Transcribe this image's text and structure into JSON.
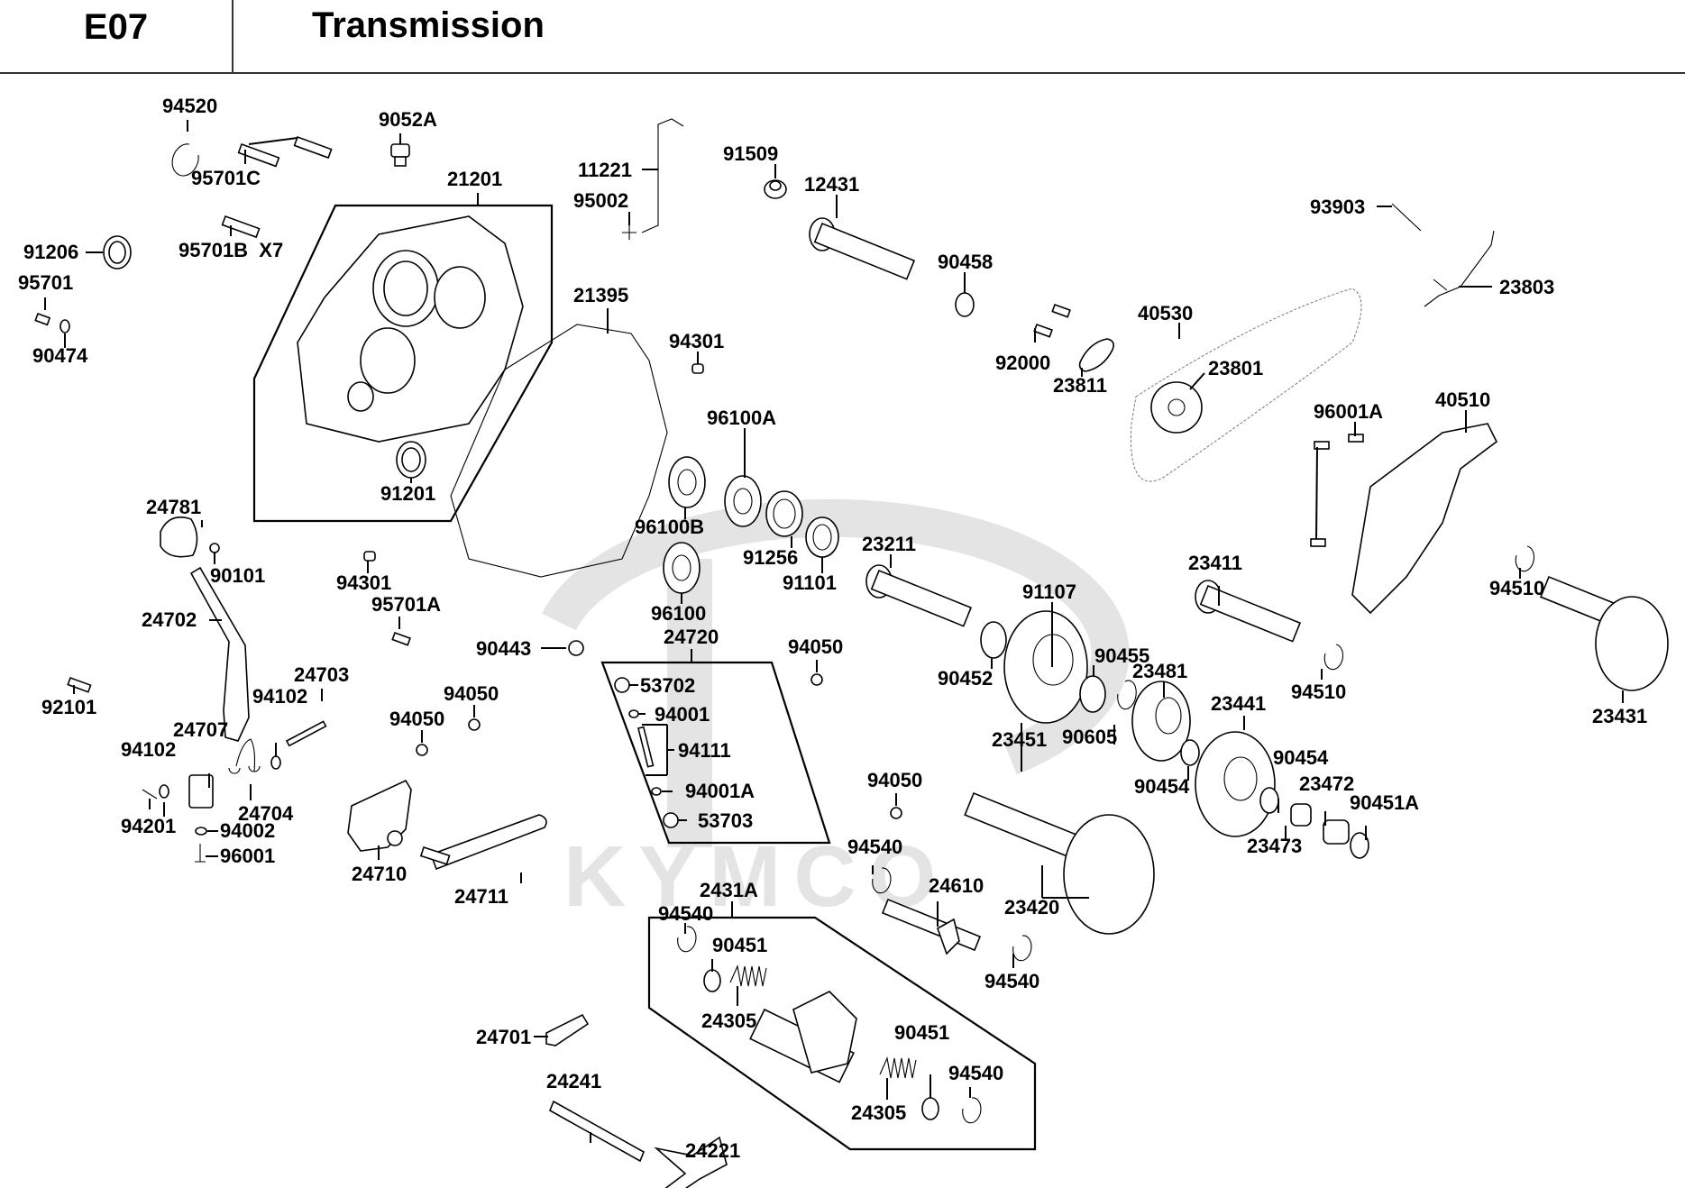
{
  "header": {
    "section_code": "E07",
    "title": "Transmission"
  },
  "watermark": {
    "brand": "KYMCO",
    "color": "#e0e0e0"
  },
  "colors": {
    "line": "#000000",
    "background": "#ffffff",
    "watermark": "#e0e0e0"
  },
  "parts": [
    {
      "id": "p94520",
      "label": "94520"
    },
    {
      "id": "p95701c",
      "label": "95701C"
    },
    {
      "id": "p9052a",
      "label": "9052A"
    },
    {
      "id": "p21201",
      "label": "21201"
    },
    {
      "id": "p91206",
      "label": "91206"
    },
    {
      "id": "p95701",
      "label": "95701"
    },
    {
      "id": "p90474",
      "label": "90474"
    },
    {
      "id": "p95701b",
      "label": "95701B  X7"
    },
    {
      "id": "p91201",
      "label": "91201"
    },
    {
      "id": "p11221",
      "label": "11221"
    },
    {
      "id": "p95002",
      "label": "95002"
    },
    {
      "id": "p21395",
      "label": "21395"
    },
    {
      "id": "p91509",
      "label": "91509"
    },
    {
      "id": "p12431",
      "label": "12431"
    },
    {
      "id": "p90458",
      "label": "90458"
    },
    {
      "id": "p94301a",
      "label": "94301"
    },
    {
      "id": "p92000",
      "label": "92000"
    },
    {
      "id": "p23811",
      "label": "23811"
    },
    {
      "id": "p40530",
      "label": "40530"
    },
    {
      "id": "p23801",
      "label": "23801"
    },
    {
      "id": "p93903",
      "label": "93903"
    },
    {
      "id": "p23803",
      "label": "23803"
    },
    {
      "id": "p96001a",
      "label": "96001A"
    },
    {
      "id": "p40510",
      "label": "40510"
    },
    {
      "id": "p96100a",
      "label": "96100A"
    },
    {
      "id": "p96100b",
      "label": "96100B"
    },
    {
      "id": "p96100",
      "label": "96100"
    },
    {
      "id": "p91256",
      "label": "91256"
    },
    {
      "id": "p91101",
      "label": "91101"
    },
    {
      "id": "p23211",
      "label": "23211"
    },
    {
      "id": "p91107",
      "label": "91107"
    },
    {
      "id": "p23411",
      "label": "23411"
    },
    {
      "id": "p94510a",
      "label": "94510"
    },
    {
      "id": "p94510b",
      "label": "94510"
    },
    {
      "id": "p23431",
      "label": "23431"
    },
    {
      "id": "p90452",
      "label": "90452"
    },
    {
      "id": "p90455",
      "label": "90455"
    },
    {
      "id": "p23481",
      "label": "23481"
    },
    {
      "id": "p23451",
      "label": "23451"
    },
    {
      "id": "p90605",
      "label": "90605"
    },
    {
      "id": "p23441",
      "label": "23441"
    },
    {
      "id": "p90454a",
      "label": "90454"
    },
    {
      "id": "p90454b",
      "label": "90454"
    },
    {
      "id": "p23472",
      "label": "23472"
    },
    {
      "id": "p90451a",
      "label": "90451A"
    },
    {
      "id": "p23473",
      "label": "23473"
    },
    {
      "id": "p24781",
      "label": "24781"
    },
    {
      "id": "p90101",
      "label": "90101"
    },
    {
      "id": "p24702",
      "label": "24702"
    },
    {
      "id": "p94301b",
      "label": "94301"
    },
    {
      "id": "p95701a",
      "label": "95701A"
    },
    {
      "id": "p90443",
      "label": "90443"
    },
    {
      "id": "p24720",
      "label": "24720"
    },
    {
      "id": "p53702",
      "label": "53702"
    },
    {
      "id": "p94001",
      "label": "94001"
    },
    {
      "id": "p94111",
      "label": "94111"
    },
    {
      "id": "p94001a",
      "label": "94001A"
    },
    {
      "id": "p53703",
      "label": "53703"
    },
    {
      "id": "p94050a",
      "label": "94050"
    },
    {
      "id": "p94050b",
      "label": "94050"
    },
    {
      "id": "p94050c",
      "label": "94050"
    },
    {
      "id": "p94050d",
      "label": "94050"
    },
    {
      "id": "p92101",
      "label": "92101"
    },
    {
      "id": "p24703",
      "label": "24703"
    },
    {
      "id": "p94102a",
      "label": "94102"
    },
    {
      "id": "p24707",
      "label": "24707"
    },
    {
      "id": "p94102b",
      "label": "94102"
    },
    {
      "id": "p24704",
      "label": "24704"
    },
    {
      "id": "p94201",
      "label": "94201"
    },
    {
      "id": "p94002",
      "label": "94002"
    },
    {
      "id": "p96001",
      "label": "96001"
    },
    {
      "id": "p24710",
      "label": "24710"
    },
    {
      "id": "p24711",
      "label": "24711"
    },
    {
      "id": "p94540a",
      "label": "94540"
    },
    {
      "id": "p24610",
      "label": "24610"
    },
    {
      "id": "p23420",
      "label": "23420"
    },
    {
      "id": "p94540b",
      "label": "94540"
    },
    {
      "id": "p2431a",
      "label": "2431A"
    },
    {
      "id": "p94540c",
      "label": "94540"
    },
    {
      "id": "p90451b",
      "label": "90451"
    },
    {
      "id": "p24305a",
      "label": "24305"
    },
    {
      "id": "p90451c",
      "label": "90451"
    },
    {
      "id": "p24305b",
      "label": "24305"
    },
    {
      "id": "p94540d",
      "label": "94540"
    },
    {
      "id": "p24701",
      "label": "24701"
    },
    {
      "id": "p24241",
      "label": "24241"
    },
    {
      "id": "p24221",
      "label": "24221"
    }
  ]
}
